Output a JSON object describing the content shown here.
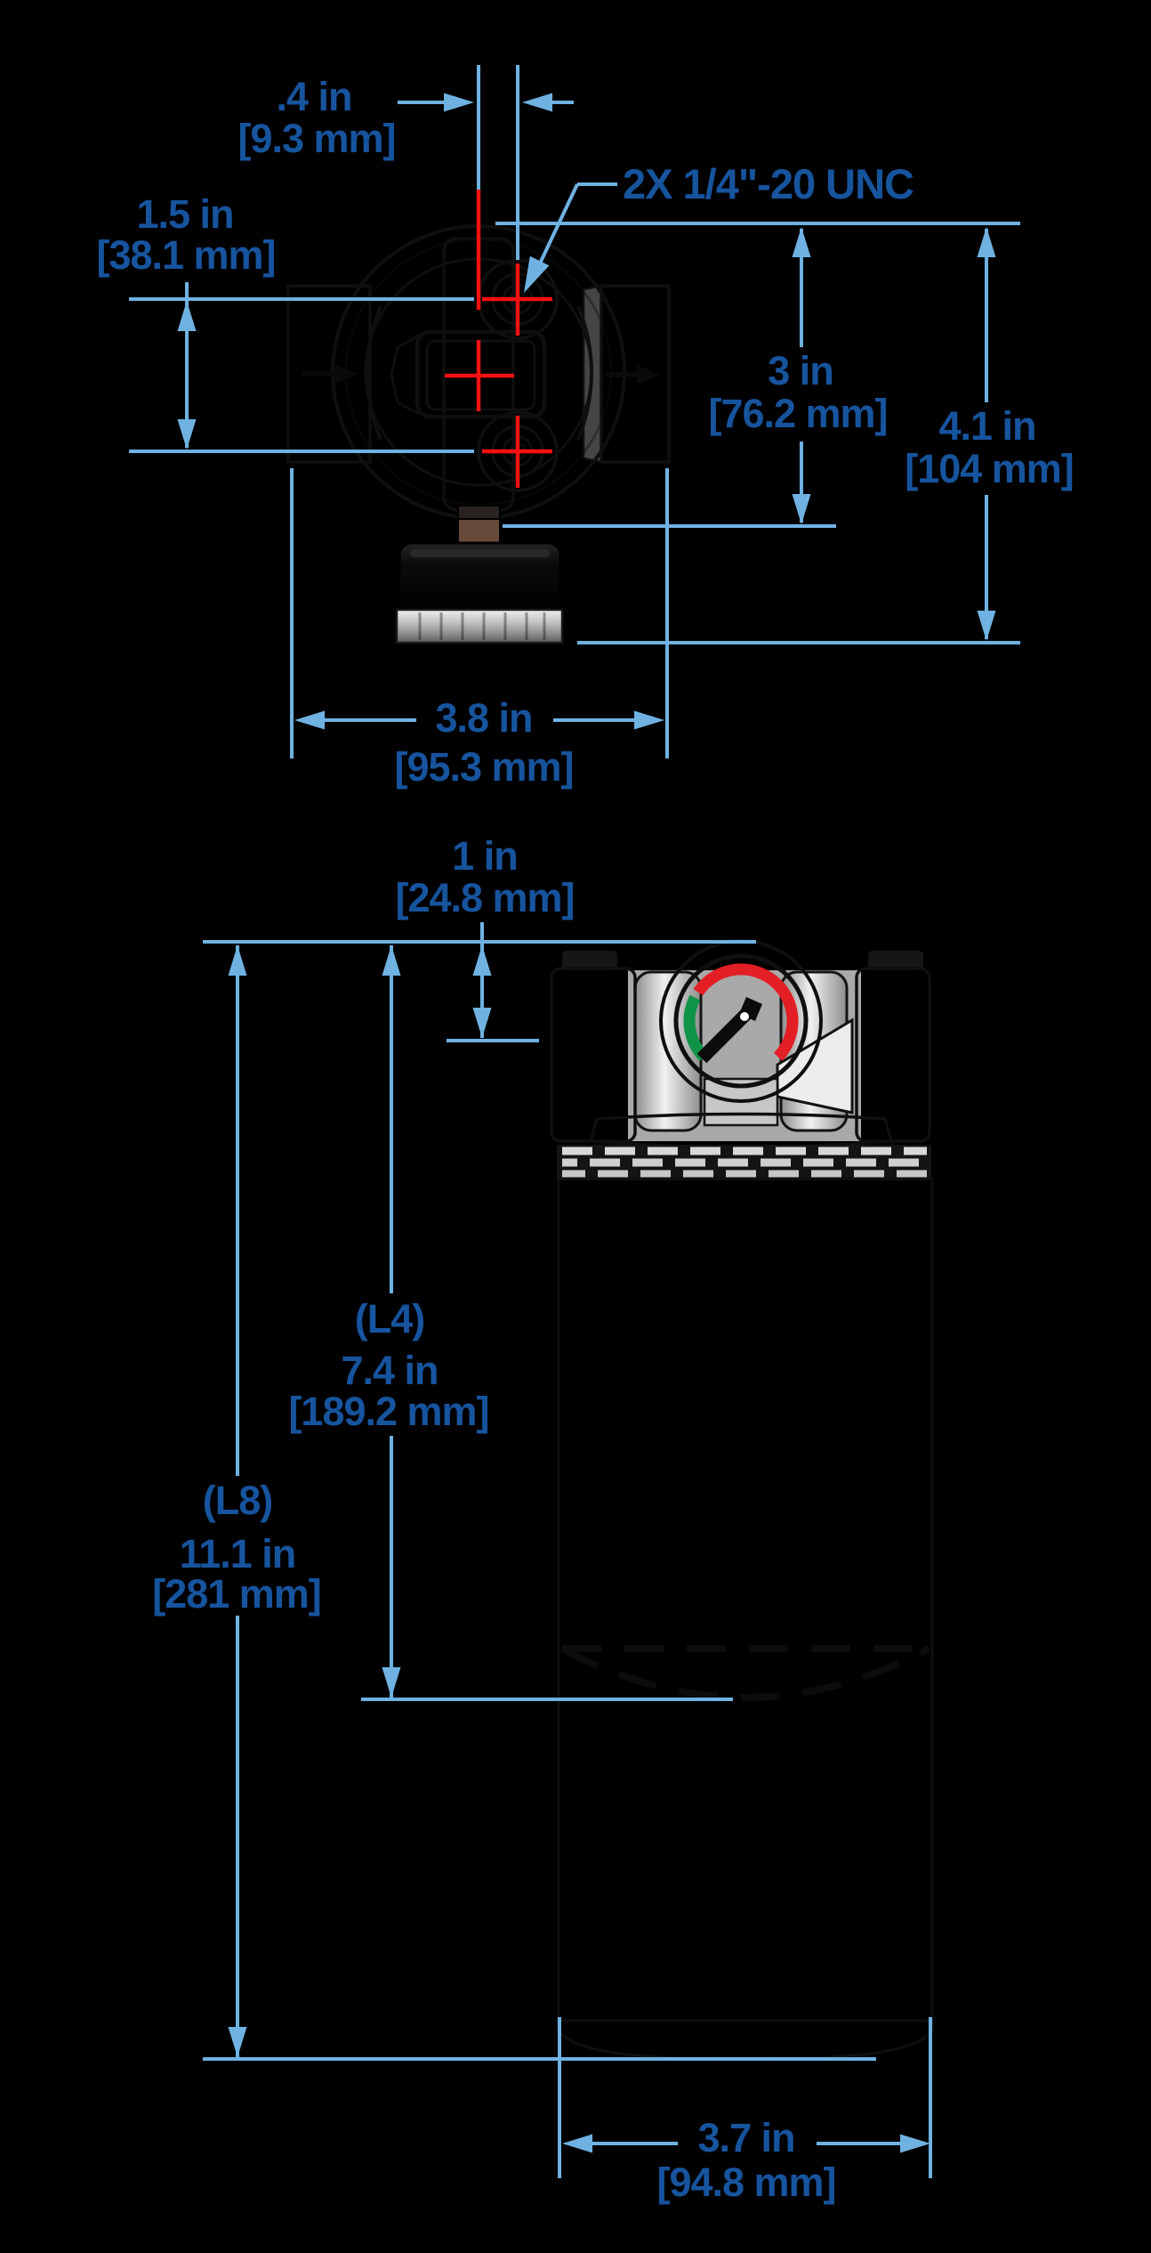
{
  "drawing_title": "filter assembly dimension drawing",
  "colors": {
    "background": "#000000",
    "dimension_line_blue": "#6FB2E2",
    "dimension_text_blue": "#17549E",
    "centerline_red": "#F21010",
    "gauge_red": "#E41E25",
    "gauge_green": "#0E9347"
  },
  "top_view": {
    "dim_offset_in": ".4 in",
    "dim_offset_mm": "[9.3 mm]",
    "thread_callout": "2X  1/4\"-20 UNC",
    "dim_bolt_spacing_in": "1.5 in",
    "dim_bolt_spacing_mm": "[38.1 mm]",
    "dim_port_height_in": "3 in",
    "dim_port_height_mm": "[76.2 mm]",
    "dim_overall_height_in": "4.1 in",
    "dim_overall_height_mm": "[104 mm]",
    "dim_width_in": "3.8 in",
    "dim_width_mm": "[95.3 mm]"
  },
  "front_view": {
    "dim_gauge_in": "1 in",
    "dim_gauge_mm": "[24.8 mm]",
    "dim_l4_label": "(L4)",
    "dim_l4_in": "7.4 in",
    "dim_l4_mm": "[189.2 mm]",
    "dim_l8_label": "(L8)",
    "dim_l8_in": "11.1 in",
    "dim_l8_mm": "[281 mm]",
    "dim_diameter_in": "3.7 in",
    "dim_diameter_mm": "[94.8 mm]"
  }
}
